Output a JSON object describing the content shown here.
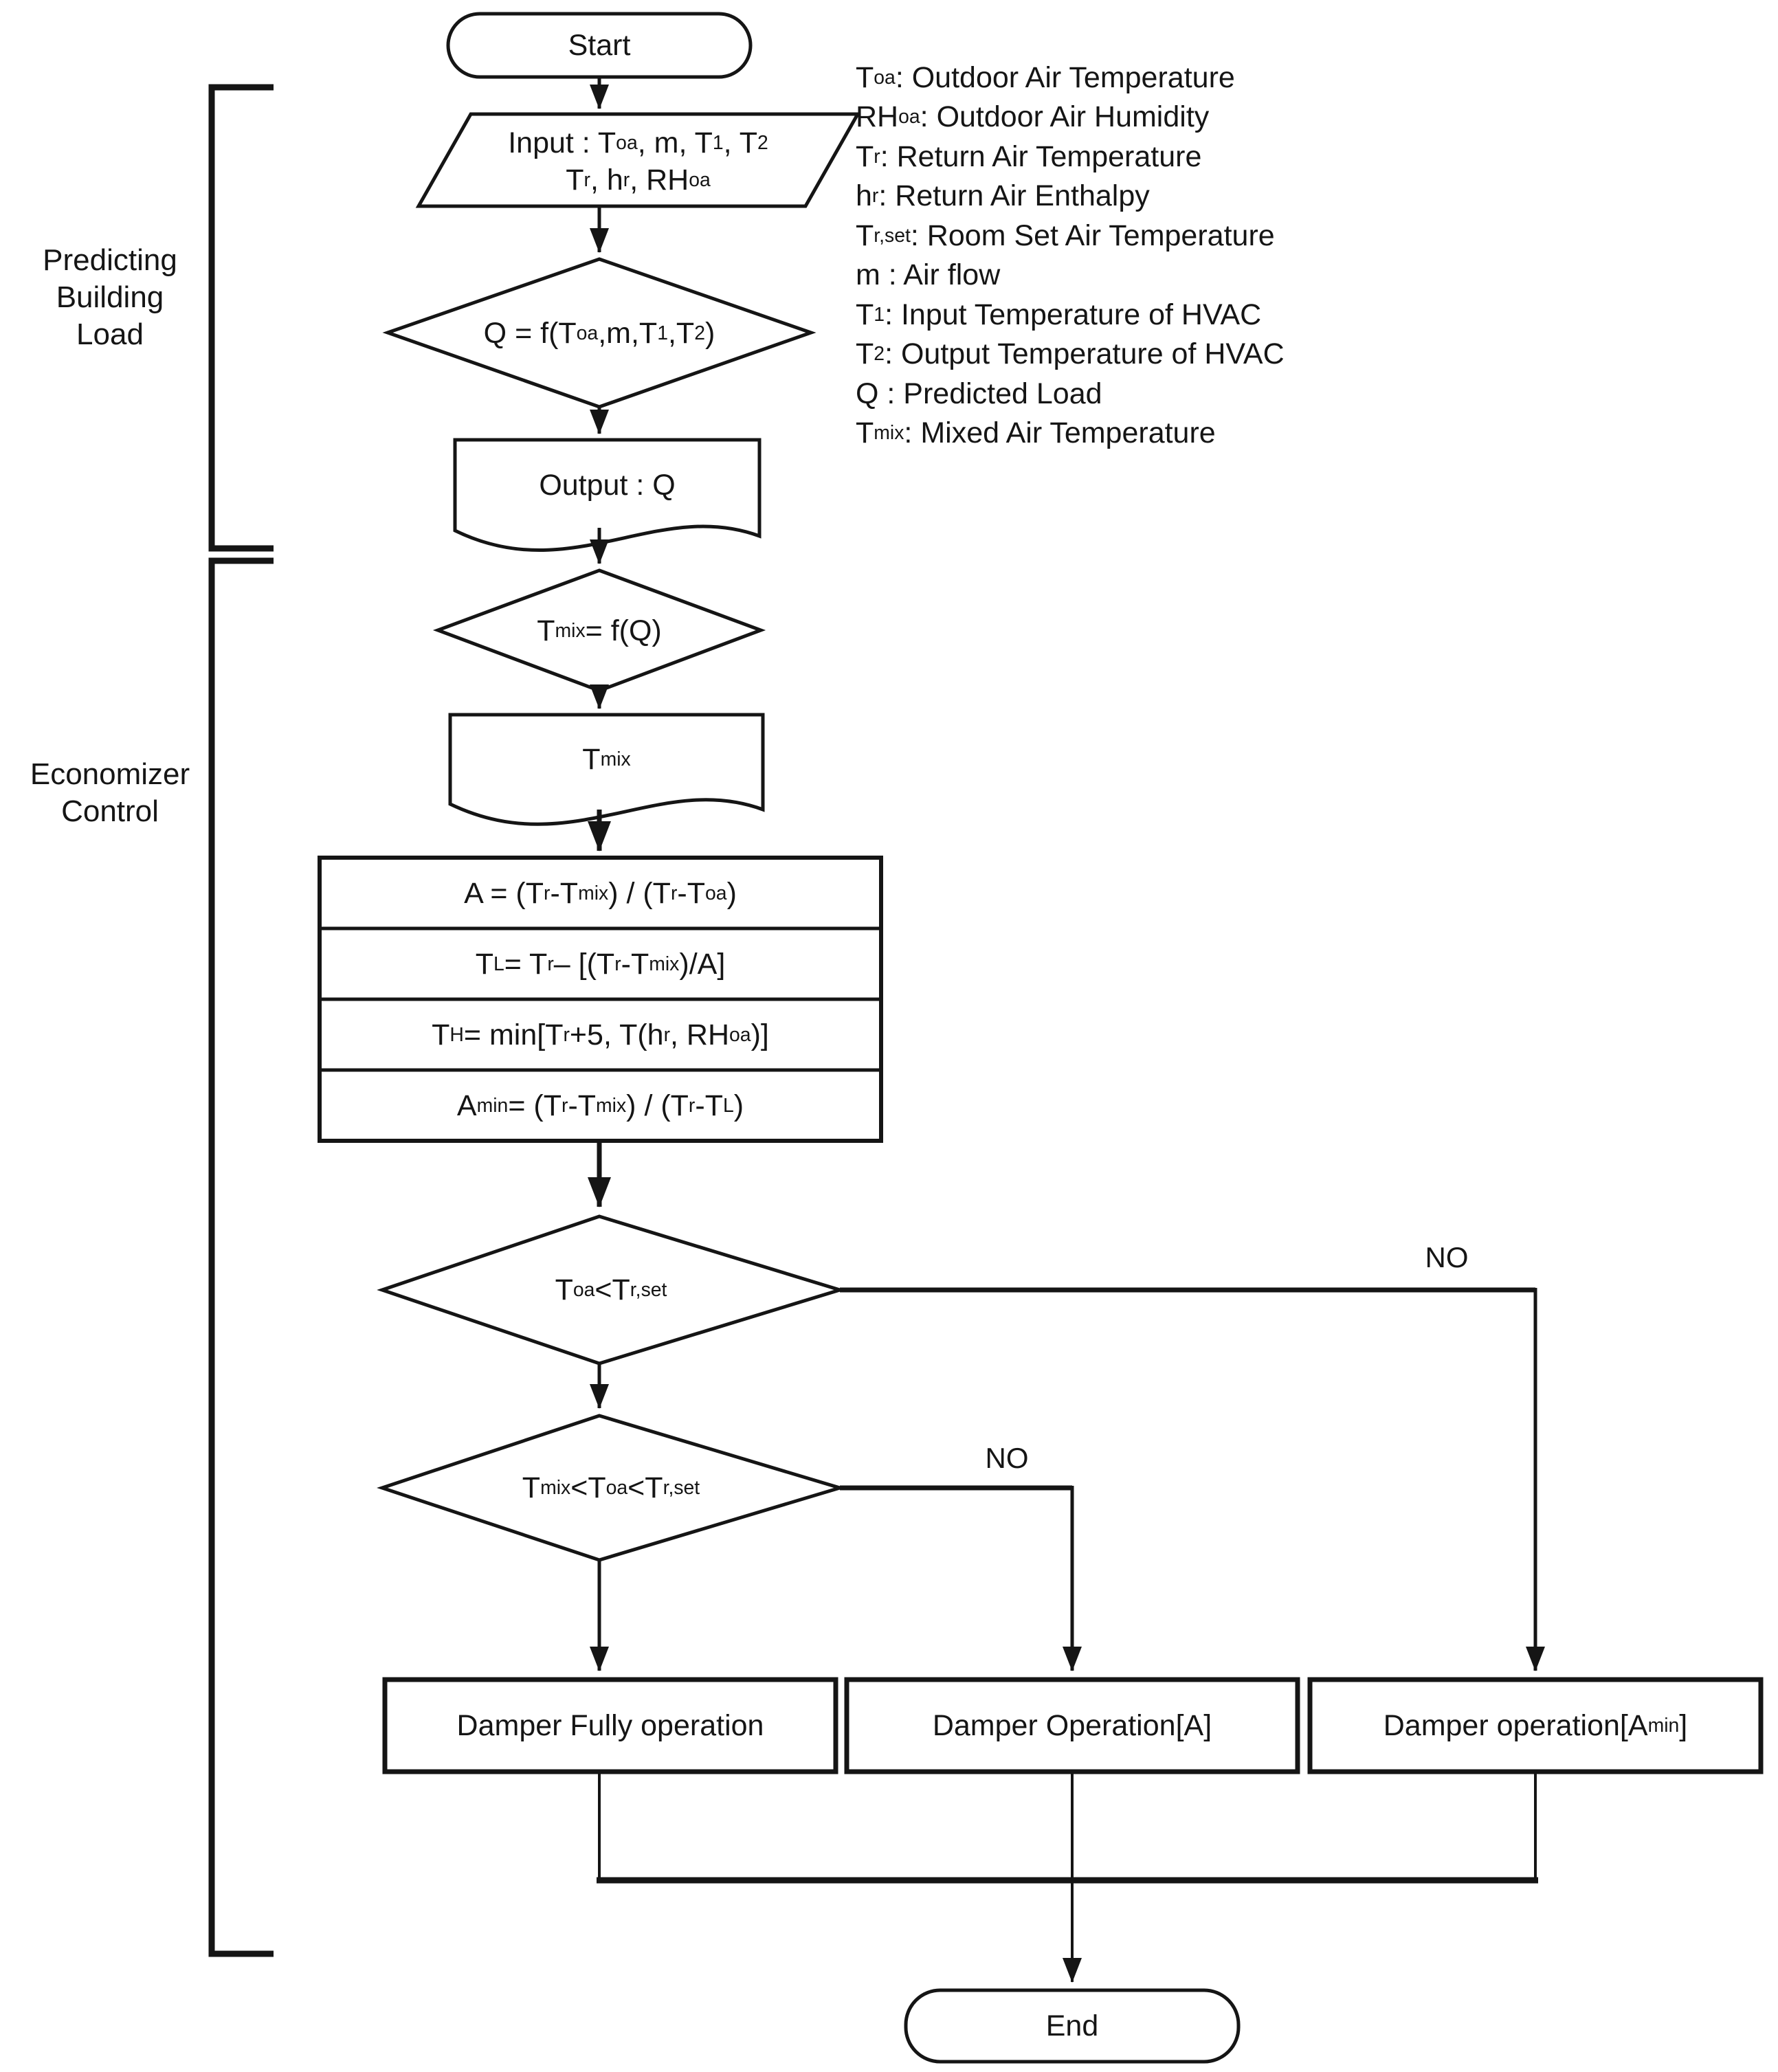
{
  "sections": {
    "predicting_label": "Predicting\nBuilding\nLoad",
    "economizer_label": "Economizer\nControl"
  },
  "legend": {
    "items": [
      "T_{oa} : Outdoor Air Temperature",
      "RH_{oa} : Outdoor Air Humidity",
      "T_{r} : Return Air Temperature",
      "h_{r} : Return Air Enthalpy",
      "T_{r,set} : Room Set Air Temperature",
      "m : Air flow",
      "T_{1} : Input Temperature of HVAC",
      "T_{2} : Output Temperature of HVAC",
      "Q : Predicted Load",
      "T_{mix} : Mixed Air Temperature"
    ]
  },
  "nodes": {
    "start": "Start",
    "input_line1": "Input : T_{oa}, m, T_{1}, T_{2}",
    "input_line2": "T_{r}, h_{r}, RH_{oa}",
    "q_function": "Q = f(T_{oa},m,T_{1},T_{2})",
    "output_q": "Output : Q",
    "tmix_function": "T_{mix} = f(Q)",
    "tmix_output": "T_{mix}",
    "equations": [
      "A = (T_{r}-T_{mix}) / (T_{r}-T_{oa})",
      "T_{L} = T_{r} – [(T_{r}-T_{mix})/A]",
      "T_{H} = min[T_{r}+5, T(h_{r}, RH_{oa})]",
      "A_{min} = (T_{r}-T_{mix}) / (T_{r}-T_{L})"
    ],
    "decision1": "T_{oa}<T_{r,set}",
    "decision2": "T_{mix}<T_{oa}<T_{r,set}",
    "damper_full": "Damper Fully operation",
    "damper_a": "Damper Operation[A]",
    "damper_amin": "Damper operation[A_{min}]",
    "end": "End"
  },
  "edge_labels": {
    "decision1_no": "NO",
    "decision2_no": "NO"
  },
  "colors": {
    "line": "#151515",
    "background": "#ffffff",
    "text": "#151515"
  }
}
